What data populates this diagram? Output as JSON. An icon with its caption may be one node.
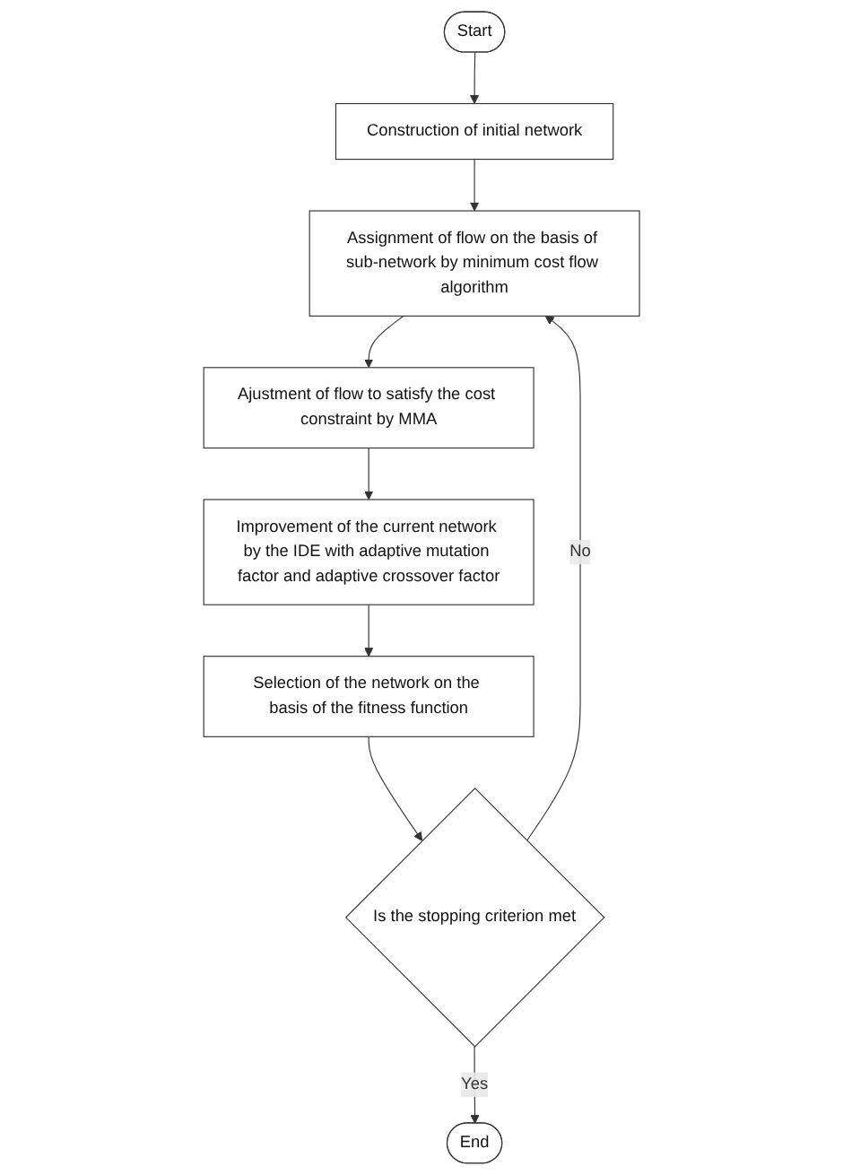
{
  "diagram": {
    "nodes": [
      {
        "text": [
          "Start"
        ]
      },
      {
        "text": [
          "Construction of initial network"
        ]
      },
      {
        "text": [
          "Assignment of flow on the basis of sub-network by minimum cost flow algorithm"
        ]
      },
      {
        "text": [
          "Ajustment of flow to satisfy the cost constraint by MMA"
        ]
      },
      {
        "text": [
          "Improvement of the current network by the IDE with adaptive mutation factor and adaptive crossover factor"
        ]
      },
      {
        "text": [
          "Selection of the network on the basis of the fitness function"
        ]
      },
      {
        "text": [
          "Is the stopping criterion met"
        ]
      },
      {
        "text": [
          "End"
        ]
      }
    ],
    "edges": [
      {
        "from": 0,
        "to": 1,
        "arrow": "to"
      },
      {
        "from": 1,
        "to": 2,
        "arrow": "to"
      },
      {
        "from": 2,
        "to": 3,
        "arrow": "to"
      },
      {
        "from": 3,
        "to": 4,
        "arrow": "to"
      },
      {
        "from": 4,
        "to": 5,
        "arrow": "to"
      },
      {
        "from": 5,
        "to": 6,
        "arrow": "to"
      },
      {
        "from": 6,
        "to": 2,
        "arrow": "to",
        "label": "No"
      },
      {
        "from": 6,
        "to": 7,
        "arrow": "to",
        "label": "Yes"
      }
    ]
  }
}
